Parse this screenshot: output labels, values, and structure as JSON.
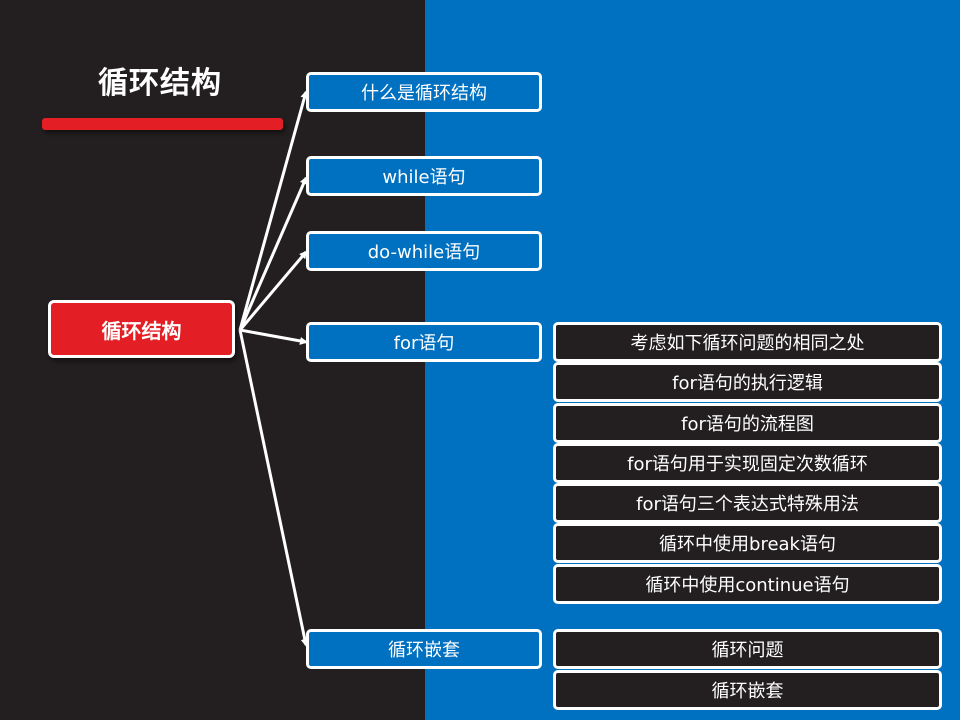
{
  "title": "循环结构",
  "root": {
    "label": "循环结构"
  },
  "branches": [
    {
      "label": "什么是循环结构"
    },
    {
      "label": "while语句"
    },
    {
      "label": "do-while语句"
    },
    {
      "label": "for语句"
    },
    {
      "label": "循环嵌套"
    }
  ],
  "for_items": [
    "考虑如下循环问题的相同之处",
    "for语句的执行逻辑",
    "for语句的流程图",
    "for语句用于实现固定次数循环",
    "for语句三个表达式特殊用法",
    "循环中使用break语句",
    "循环中使用continue语句"
  ],
  "nested_items": [
    "循环问题",
    "循环嵌套"
  ],
  "colors": {
    "accent_red": "#e31e24",
    "blue": "#0070c0",
    "dark": "#231f20"
  }
}
